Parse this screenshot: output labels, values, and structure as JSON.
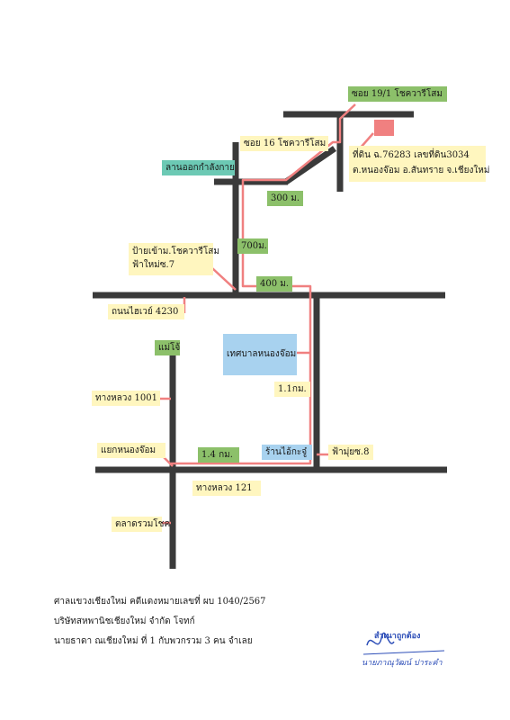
{
  "map": {
    "road_color": "#3a3a3a",
    "route_color": "#f08080",
    "marker_color": "#f08080",
    "labels": {
      "soi_19_1": "ซอย 19/1 โชควารีโสม",
      "soi_16": "ซอย 16 โชควารีโสม",
      "lan_ok_kamlang_kai": "ลานออกกำลังกาย",
      "land_title_line1": "ที่ดิน ฉ.76283 เลขที่ดิน3034",
      "land_title_line2": "ต.หนองจ๊อม อ.สันทราย  จ.เชียงใหม่",
      "dist_300m": "300 ม.",
      "dist_700m": "700ม.",
      "dist_400m": "400 ม.",
      "sign_line1": "ป้ายเข้าม.โชควารีโสม",
      "sign_line2": "ฟ้าใหม่ซ.7",
      "super_road": "ถนนไฮเวย์ 4230",
      "mae_jo": "แม่โจ้",
      "municipality": "เทศบาลหนองจ๊อม",
      "dist_1_1km": "1.1กม.",
      "highway_1001": "ทางหลวง 1001",
      "nong_jom_junction": "แยกหนองจ๊อม",
      "dist_1_4km": "1.4 กม.",
      "shop": "ร้านไอ้กะจู๋",
      "fah_mai_8": "ฟ้ามุ่ยซ.8",
      "highway_121": "ทางหลวง 121",
      "ruam_chok_market": "ตลาดรวมโชค"
    }
  },
  "footer": {
    "line1": "ศาลแขวงเชียงใหม่ คดีแดงหมายเลขที่ ผบ 1040/2567",
    "line2": "บริษัทสหพานิชเชียงใหม่ จำกัด                    โจทก์",
    "line3": "นายธาดา  ณเชียงใหม่  ที่ 1  กับพวกรวม 3 คน  จำเลย"
  },
  "stamp": {
    "title": "สำเนาถูกต้อง",
    "signature": "นายภาณุวัฒน์  ปาระคำ",
    "color": "#2e4fb8"
  }
}
